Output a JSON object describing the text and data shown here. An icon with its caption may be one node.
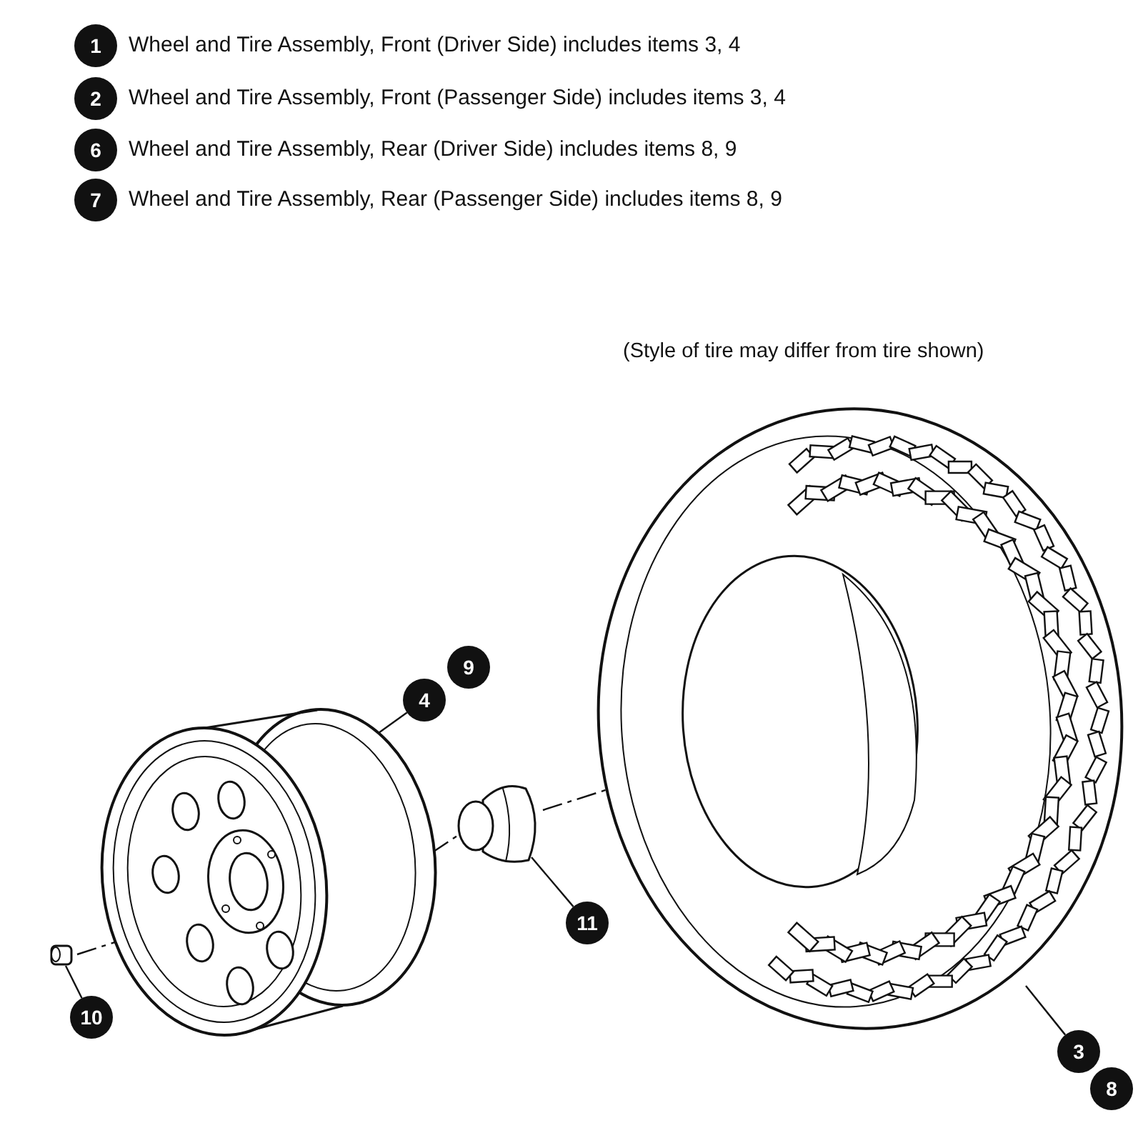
{
  "diagram": {
    "nodes": [
      {
        "text": [
          "1"
        ],
        "beside": [
          "Wheel and Tire Assembly, Front (Driver Side) includes items 3, 4"
        ]
      },
      {
        "text": [
          "2"
        ],
        "beside": [
          "Wheel and Tire Assembly, Front (Passenger Side) includes items 3, 4"
        ]
      },
      {
        "text": [
          "6"
        ],
        "beside": [
          "Wheel and Tire Assembly, Rear (Driver Side) includes items 8, 9"
        ]
      },
      {
        "text": [
          "7"
        ],
        "beside": [
          "Wheel and Tire Assembly, Rear (Passenger Side) includes items 8, 9"
        ]
      },
      {
        "text": [
          "9"
        ]
      },
      {
        "text": [
          "4"
        ]
      },
      {
        "text": [
          "11"
        ]
      },
      {
        "text": [
          "10"
        ]
      },
      {
        "text": [
          "3"
        ]
      },
      {
        "text": [
          "8"
        ]
      },
      {
        "text": [],
        "shape": "picture"
      },
      {
        "text": [],
        "shape": "picture"
      },
      {
        "text": [],
        "shape": "picture"
      },
      {
        "text": [],
        "shape": "picture"
      }
    ],
    "edges": [
      {
        "from": 5,
        "to": 10,
        "arrow": "none"
      },
      {
        "from": 6,
        "to": 11,
        "arrow": "none"
      },
      {
        "from": 7,
        "to": 13,
        "arrow": "none"
      },
      {
        "from": 8,
        "to": 12,
        "arrow": "none"
      },
      {
        "from": 13,
        "to": 10,
        "arrow": "none",
        "style": "dashed"
      },
      {
        "from": 10,
        "to": 11,
        "arrow": "none",
        "style": "dashed"
      },
      {
        "from": 11,
        "to": 12,
        "arrow": "none",
        "style": "dashed"
      }
    ],
    "labels": [
      "(Style of tire may differ from tire shown)"
    ]
  }
}
